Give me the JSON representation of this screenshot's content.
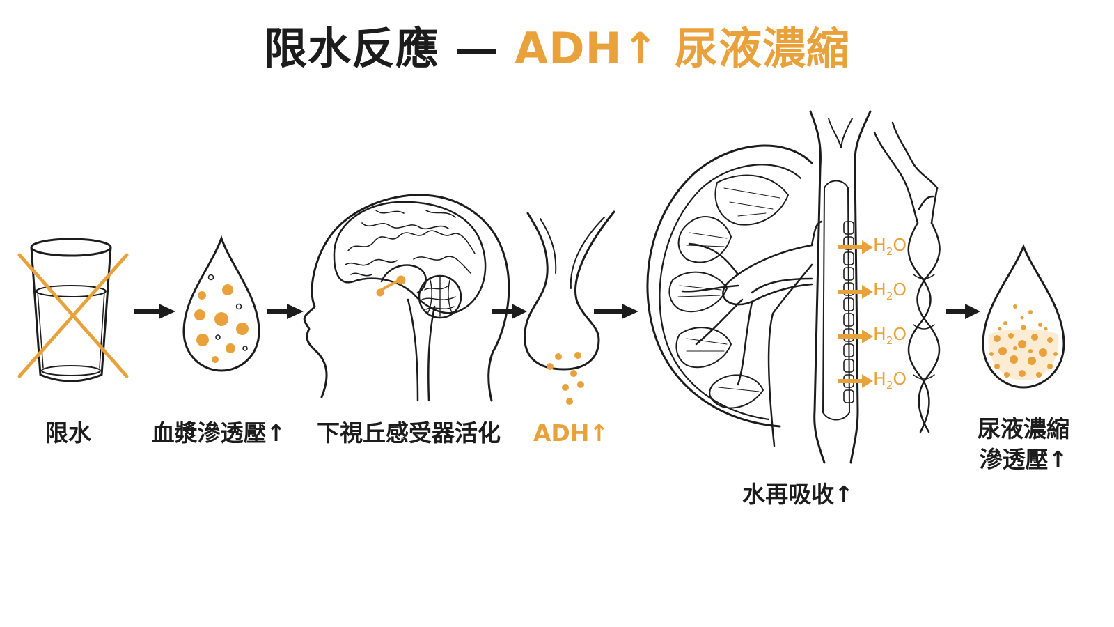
{
  "title": {
    "part1": "限水反應",
    "dash": "—",
    "part2": "ADH↑ 尿液濃縮"
  },
  "steps": [
    {
      "label": "限水"
    },
    {
      "label": "血漿滲透壓↑"
    },
    {
      "label": "下視丘感受器活化"
    },
    {
      "label": "ADH↑"
    },
    {
      "label": "水再吸收↑"
    },
    {
      "label_line1": "尿液濃縮",
      "label_line2": "滲透壓↑"
    }
  ],
  "water_label": {
    "main": "H",
    "sub": "2",
    "tail": "O"
  },
  "colors": {
    "accent": "#e9a23b",
    "ink": "#1c1c1c",
    "background": "#ffffff"
  },
  "icons": [
    "crossed-glass-icon",
    "blood-drop-icon",
    "brain-head-icon",
    "pituitary-icon",
    "kidney-icon",
    "collecting-duct-icon",
    "capillary-icon",
    "urine-drop-icon",
    "arrow-right-icon"
  ]
}
